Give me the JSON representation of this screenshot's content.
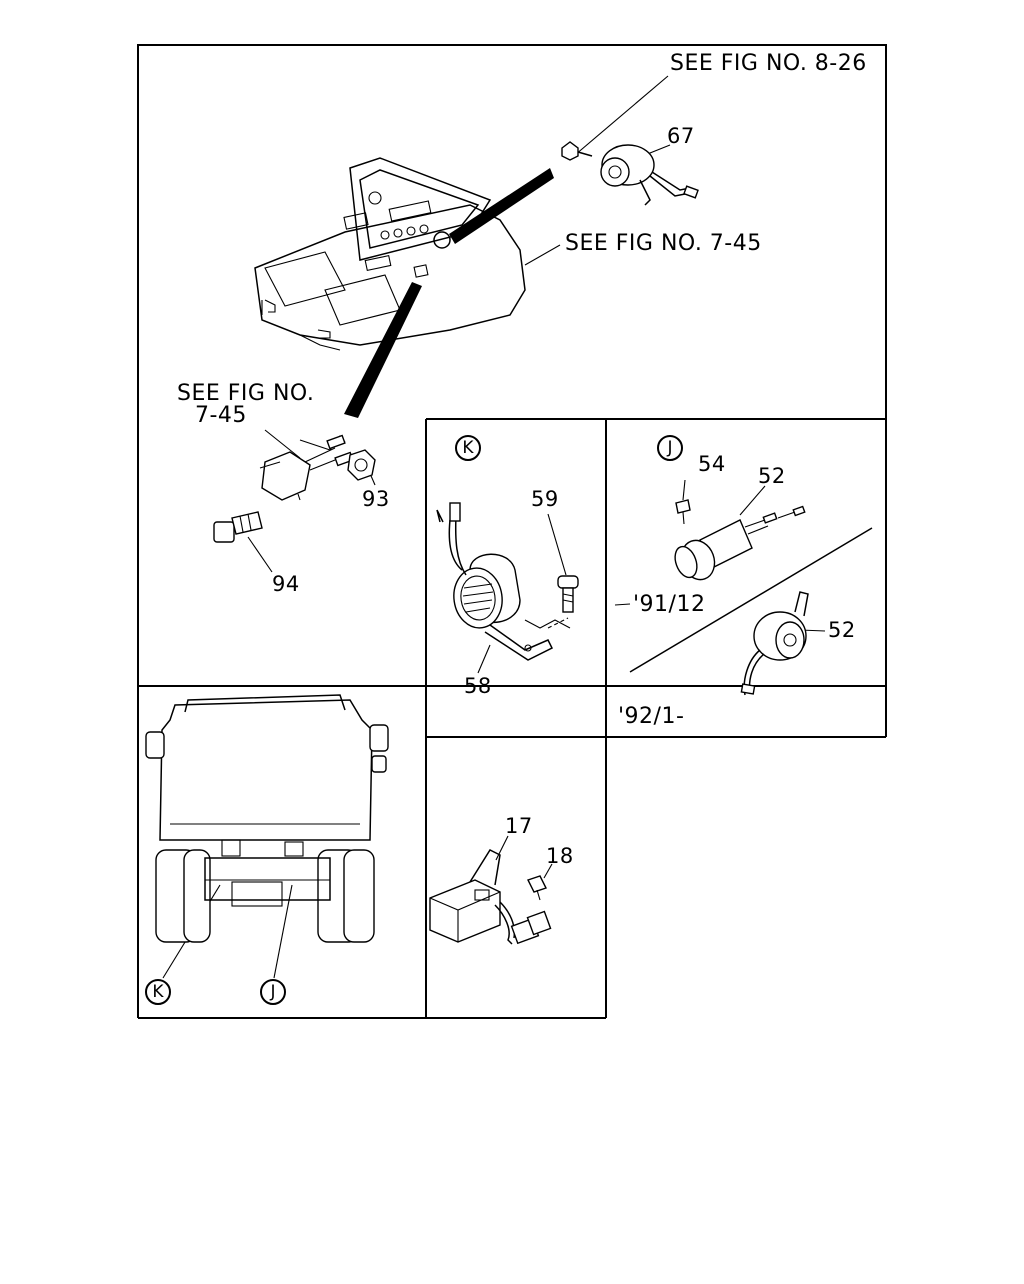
{
  "references": {
    "fig_8_26": "SEE FIG NO. 8-26",
    "fig_7_45_console": "SEE FIG NO. 7-45",
    "fig_7_45_switch_line1": "SEE FIG NO.",
    "fig_7_45_switch_line2": "7-45"
  },
  "part_numbers": {
    "p67": "67",
    "p93": "93",
    "p94": "94",
    "p59": "59",
    "p58": "58",
    "p54": "54",
    "p52_upper": "52",
    "p52_lower": "52",
    "p17": "17",
    "p18": "18"
  },
  "callouts": {
    "k_detail": "K",
    "j_detail": "J",
    "k_vehicle": "K",
    "j_vehicle": "J"
  },
  "date_ranges": {
    "upto": "'91/12",
    "from": "'92/1-"
  },
  "icons": [
    "console-icon",
    "buzzer-icon",
    "switch-icon",
    "nut-icon",
    "bolt-icon",
    "reverse-buzzer-icon",
    "screw-icon",
    "alarm-icon",
    "horn-icon",
    "truck-rear-icon",
    "module-icon",
    "connector-icon"
  ]
}
